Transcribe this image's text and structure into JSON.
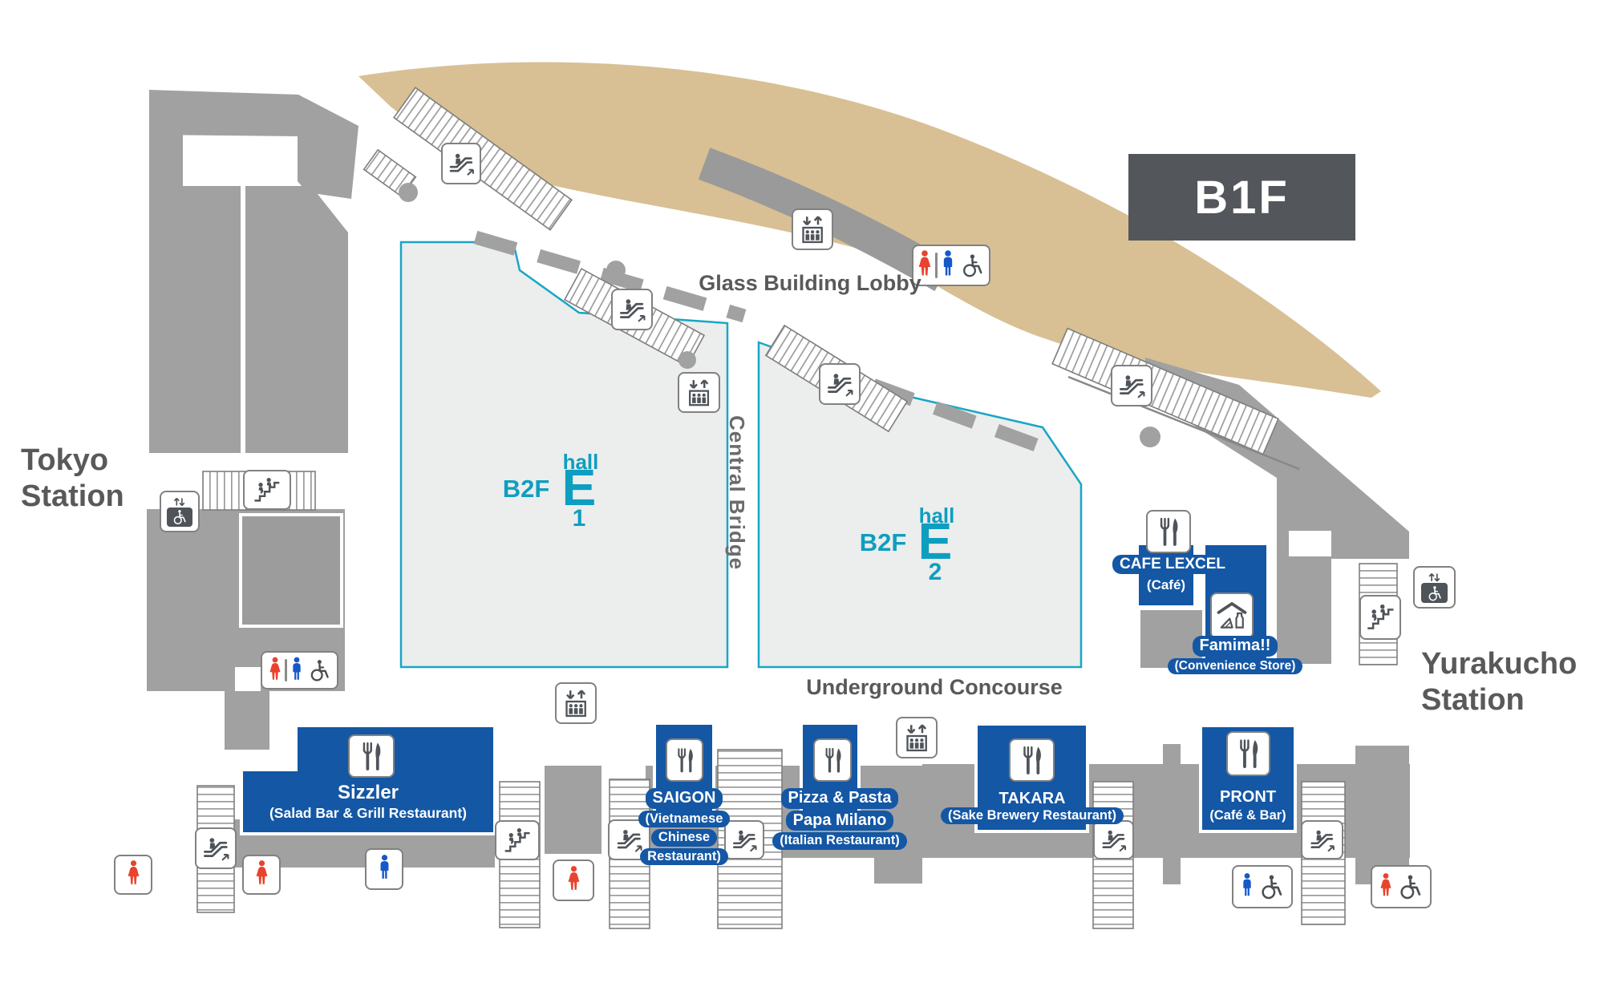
{
  "title": "B1F",
  "stations": {
    "tokyo": [
      "Tokyo",
      "Station"
    ],
    "yurakucho": [
      "Yurakucho",
      "Station"
    ]
  },
  "areas": {
    "glass_building_lobby": "Glass Building Lobby",
    "underground_concourse": "Underground Concourse",
    "central_bridge": "Central Bridge"
  },
  "halls": {
    "e1": {
      "floor": "B2F",
      "prefix": "hall",
      "letter": "E",
      "number": "1"
    },
    "e2": {
      "floor": "B2F",
      "prefix": "hall",
      "letter": "E",
      "number": "2"
    }
  },
  "venues": {
    "sizzler": {
      "name": "Sizzler",
      "desc": "(Salad Bar & Grill Restaurant)"
    },
    "saigon": {
      "name": "SAIGON",
      "desc_lines": [
        "(Vietnamese",
        "Chinese",
        "Restaurant)"
      ]
    },
    "papa_milano": {
      "name_lines": [
        "Pizza & Pasta",
        "Papa Milano"
      ],
      "desc": "(Italian Restaurant)"
    },
    "takara": {
      "name": "TAKARA",
      "desc": "(Sake Brewery Restaurant)"
    },
    "pront": {
      "name": "PRONT",
      "desc": "(Café & Bar)"
    },
    "cafe_lexcel": {
      "name": "CAFE LEXCEL",
      "desc": "(Café)"
    },
    "famima": {
      "name": "Famima!!",
      "desc": "(Convenience Store)"
    }
  },
  "colors": {
    "venue_blue": "#1457A5",
    "hall_teal": "#18A6C6",
    "tan_band": "#D8C094",
    "wall_gray": "#A1A1A1",
    "floor_badge_bg": "#53575B",
    "woman_red": "#E8432E",
    "man_blue": "#1558C8"
  }
}
